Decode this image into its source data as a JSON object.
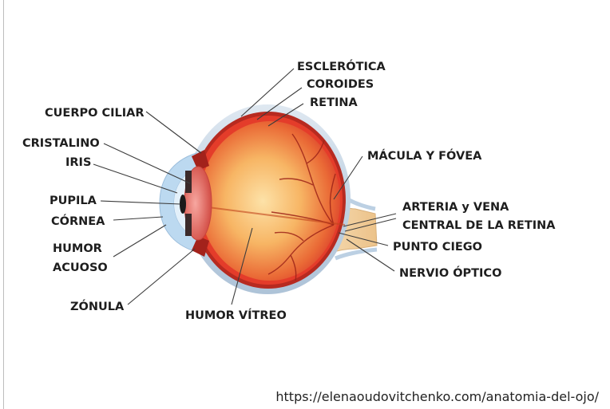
{
  "labels": {
    "esclerotica": "ESCLERÓTICA",
    "coroides": "COROIDES",
    "retina": "RETINA",
    "cuerpo_ciliar": "CUERPO CILIAR",
    "cristalino": "CRISTALINO",
    "iris": "IRIS",
    "pupila": "PUPILA",
    "cornea": "CÓRNEA",
    "humor_acuoso_1": "HUMOR",
    "humor_acuoso_2": "ACUOSO",
    "zonula": "ZÓNULA",
    "humor_vitreo": "HUMOR VÍTREO",
    "macula": "MÁCULA Y FÓVEA",
    "arteria_1": "ARTERIA y VENA",
    "arteria_2": "CENTRAL DE LA RETINA",
    "punto_ciego": "PUNTO CIEGO",
    "nervio_optico": "NERVIO ÓPTICO"
  },
  "source": "https://elenaoudovitchenko.com/anatomia-del-ojo/",
  "colors": {
    "sclera": "#c9d8e6",
    "choroid": "#b8281f",
    "retina": "#e23a2a",
    "vitreous_center": "#fbd08a",
    "vitreous_edge": "#e04a2c",
    "cornea": "#b9d7ef",
    "nerve": "#f1cf9e"
  }
}
